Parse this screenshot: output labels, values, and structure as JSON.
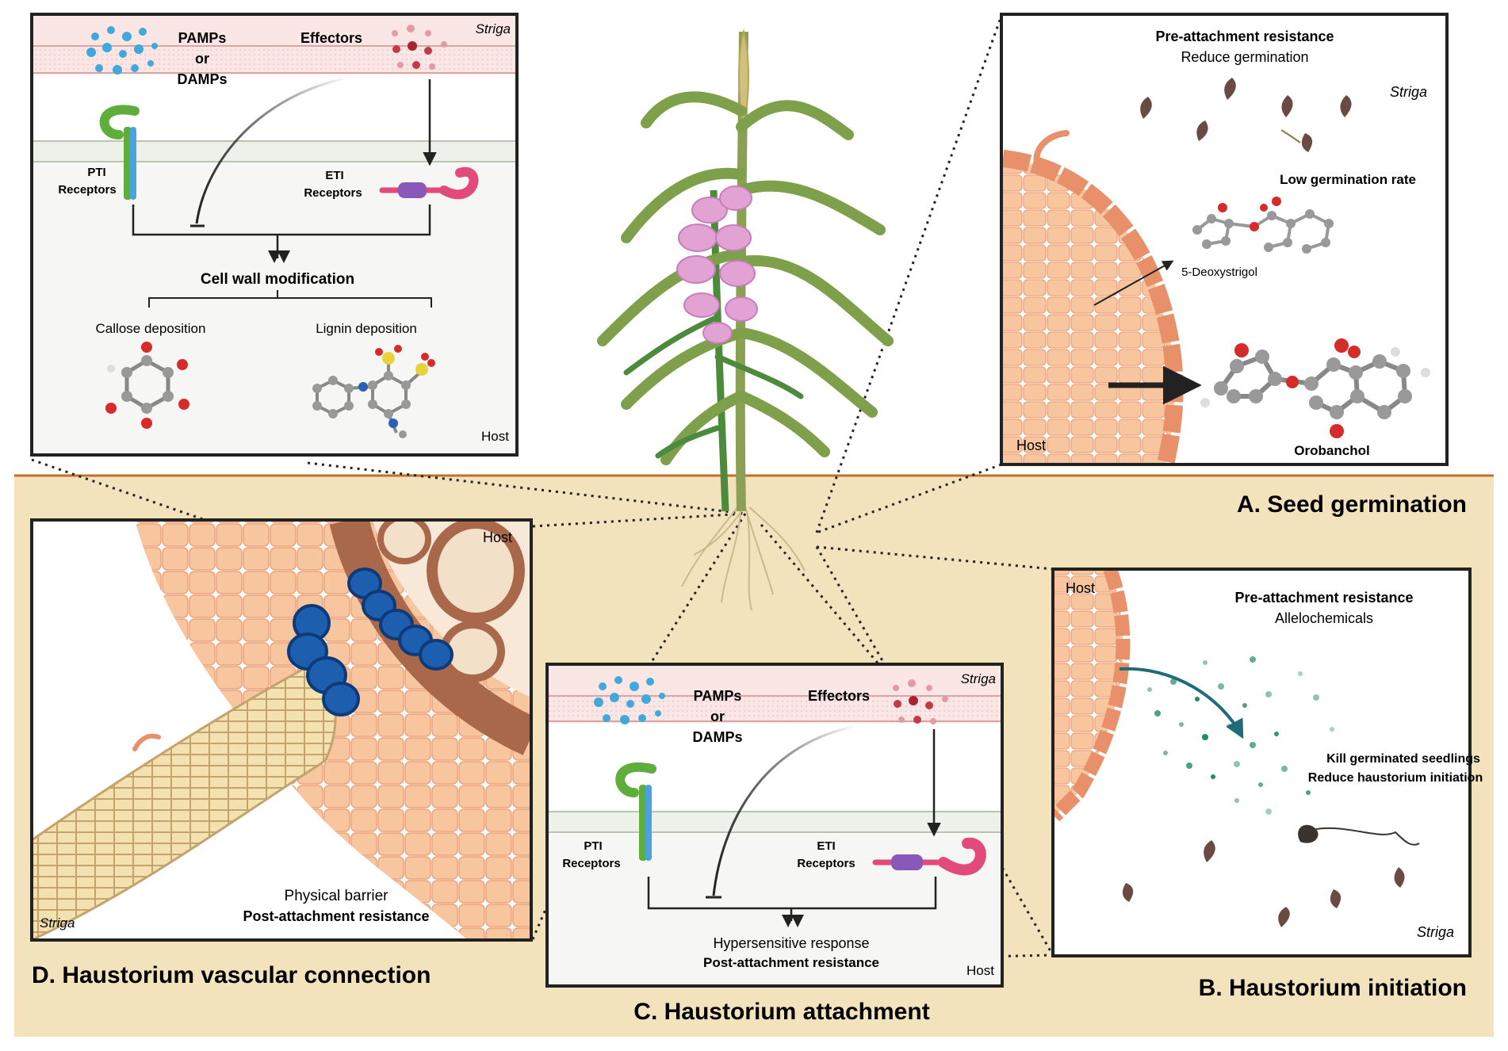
{
  "colors": {
    "soil": "#f3e3bd",
    "soil_line": "#c26f2a",
    "panel_border": "#222222",
    "membrane": "#f7d6d6",
    "cell_fill": "#f7c69e",
    "cell_stroke": "#e8906a",
    "vascular": "#b57a5a",
    "barrier": "#1d5fae",
    "leaf": "#7ea04a",
    "flower": "#e2a3d4",
    "pamp_dot": "#3fa9dc",
    "effector_dot": "#c23a4a",
    "pti_green": "#5fae3c",
    "pti_blue": "#4aa3dc",
    "eti_pink": "#e24a7c",
    "eti_purple": "#8a58b8",
    "chem_dot": "#1f8a66",
    "seed": "#6b4a44"
  },
  "stage_labels": {
    "a": "A. Seed germination",
    "b": "B. Haustorium initiation",
    "c": "C. Haustorium attachment",
    "d": "D. Haustorium vascular connection"
  },
  "panel_tl": {
    "pamps_1": "PAMPs",
    "pamps_2": "or",
    "pamps_3": "DAMPs",
    "effectors": "Effectors",
    "striga": "Striga",
    "pti_1": "PTI",
    "pti_2": "Receptors",
    "eti_1": "ETI",
    "eti_2": "Receptors",
    "outcome": "Cell wall modification",
    "callose": "Callose deposition",
    "lignin": "Lignin deposition",
    "host": "Host"
  },
  "panel_a": {
    "title": "Pre-attachment resistance",
    "subtitle": "Reduce germination",
    "striga": "Striga",
    "low_rate": "Low germination rate",
    "compound1": "5-Deoxystrigol",
    "compound2": "Orobanchol",
    "host": "Host"
  },
  "panel_b": {
    "host": "Host",
    "title": "Pre-attachment resistance",
    "subtitle": "Allelochemicals",
    "effect1": "Kill germinated seedlings",
    "effect2": "Reduce haustorium initiation",
    "striga": "Striga"
  },
  "panel_c": {
    "pamps_1": "PAMPs",
    "pamps_2": "or",
    "pamps_3": "DAMPs",
    "effectors": "Effectors",
    "striga": "Striga",
    "pti_1": "PTI",
    "pti_2": "Receptors",
    "eti_1": "ETI",
    "eti_2": "Receptors",
    "outcome_1": "Hypersensitive response",
    "outcome_2": "Post-attachment resistance",
    "host": "Host"
  },
  "panel_d": {
    "host": "Host",
    "barrier_1": "Physical barrier",
    "barrier_2": "Post-attachment resistance",
    "striga": "Striga"
  }
}
